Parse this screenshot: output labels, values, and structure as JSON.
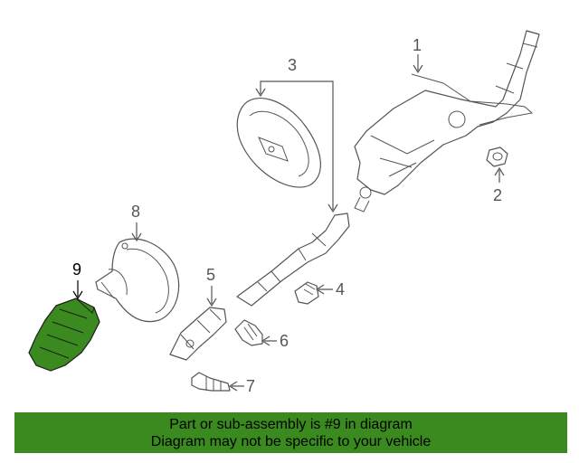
{
  "diagram": {
    "callouts": [
      {
        "number": "1",
        "highlighted": false
      },
      {
        "number": "2",
        "highlighted": false
      },
      {
        "number": "3",
        "highlighted": false
      },
      {
        "number": "4",
        "highlighted": false
      },
      {
        "number": "5",
        "highlighted": false
      },
      {
        "number": "6",
        "highlighted": false
      },
      {
        "number": "7",
        "highlighted": false
      },
      {
        "number": "8",
        "highlighted": false
      },
      {
        "number": "9",
        "highlighted": true
      }
    ],
    "highlight_color": "#3a8a1f",
    "line_color": "#555555"
  },
  "banner": {
    "line1": "Part or sub-assembly is #9 in diagram",
    "line2": "Diagram may not be specific to your vehicle",
    "background": "#3a8a1f"
  }
}
